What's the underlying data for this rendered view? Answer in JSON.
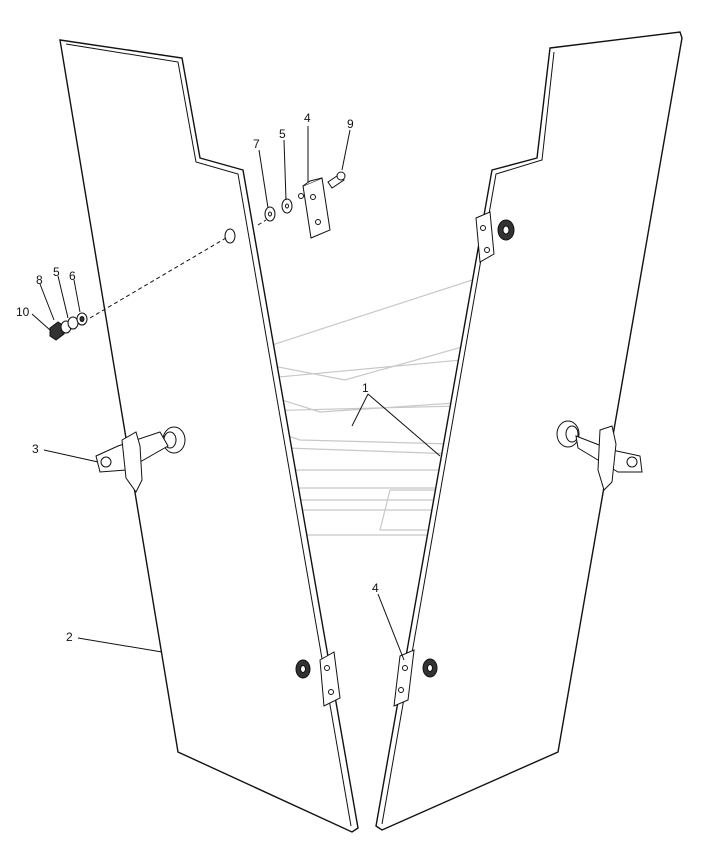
{
  "callouts": {
    "c1": "1",
    "c2": "2",
    "c3": "3",
    "c4_top": "4",
    "c4_bottom": "4",
    "c5_top": "5",
    "c5_left": "5",
    "c6": "6",
    "c7": "7",
    "c8": "8",
    "c9": "9",
    "c10": "10"
  }
}
